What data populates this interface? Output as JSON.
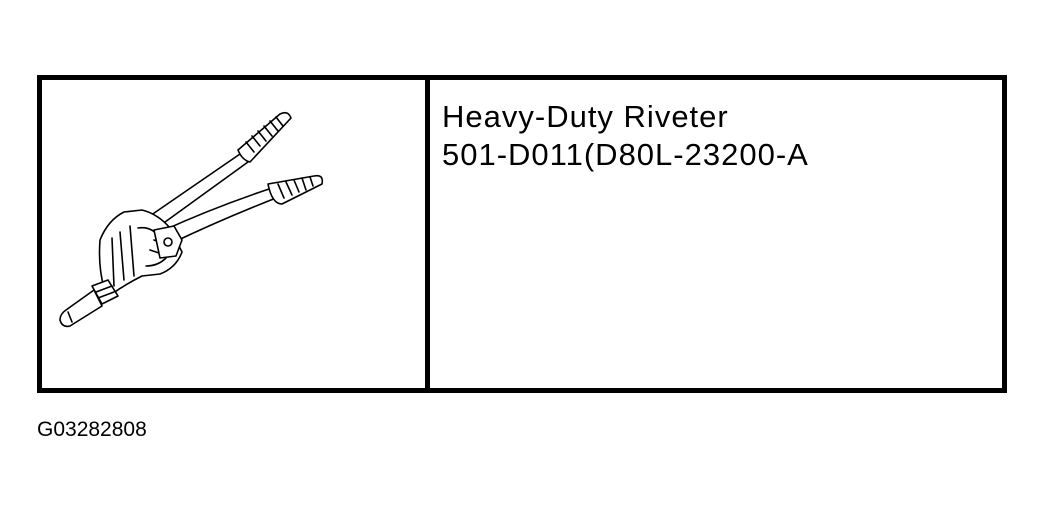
{
  "tool": {
    "name": "Heavy-Duty Riveter",
    "part_number": "501-D011(D80L-23200-A",
    "illustration_icon": "heavy-duty-riveter-icon"
  },
  "figure": {
    "id": "G03282808"
  }
}
